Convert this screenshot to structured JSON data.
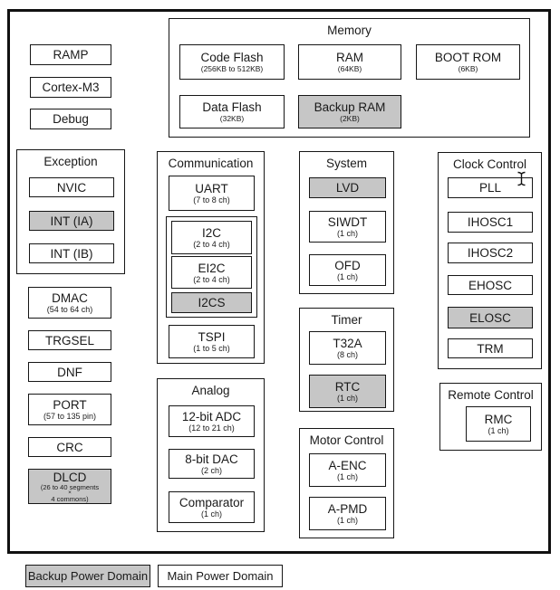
{
  "colors": {
    "backup_fill": "#c6c6c6",
    "border": "#161616",
    "background": "#ffffff"
  },
  "standalone": {
    "ramp": "RAMP",
    "cortex_m3": "Cortex-M3",
    "debug": "Debug"
  },
  "left_column": [
    {
      "label": "DMAC",
      "sub": "(54 to 64 ch)"
    },
    {
      "label": "TRGSEL"
    },
    {
      "label": "DNF"
    },
    {
      "label": "PORT",
      "sub": "(57 to 135 pin)"
    },
    {
      "label": "CRC"
    },
    {
      "label": "DLCD",
      "sub_lines": [
        "(26 to 40 segments",
        "×",
        "4 commons)"
      ]
    }
  ],
  "groups": {
    "memory": {
      "title": "Memory",
      "items": [
        {
          "label": "Code Flash",
          "sub": "(256KB to 512KB)"
        },
        {
          "label": "RAM",
          "sub": "(64KB)"
        },
        {
          "label": "BOOT ROM",
          "sub": "(6KB)"
        },
        {
          "label": "Data Flash",
          "sub": "(32KB)"
        },
        {
          "label": "Backup RAM",
          "sub": "(2KB)"
        }
      ]
    },
    "exception": {
      "title": "Exception",
      "items": [
        {
          "label": "NVIC"
        },
        {
          "label": "INT (IA)"
        },
        {
          "label": "INT (IB)"
        }
      ]
    },
    "communication": {
      "title": "Communication",
      "items": [
        {
          "label": "UART",
          "sub": "(7 to 8 ch)"
        },
        {
          "label": "I2C",
          "sub": "(2 to 4 ch)"
        },
        {
          "label": "EI2C",
          "sub": "(2 to 4 ch)"
        },
        {
          "label": "I2CS"
        },
        {
          "label": "TSPI",
          "sub": "(1 to 5 ch)"
        }
      ]
    },
    "analog": {
      "title": "Analog",
      "items": [
        {
          "label": "12-bit ADC",
          "sub": "(12 to 21 ch)"
        },
        {
          "label": "8-bit DAC",
          "sub": "(2 ch)"
        },
        {
          "label": "Comparator",
          "sub": "(1 ch)"
        }
      ]
    },
    "system": {
      "title": "System",
      "items": [
        {
          "label": "LVD"
        },
        {
          "label": "SIWDT",
          "sub": "(1 ch)"
        },
        {
          "label": "OFD",
          "sub": "(1 ch)"
        }
      ]
    },
    "timer": {
      "title": "Timer",
      "items": [
        {
          "label": "T32A",
          "sub": "(8 ch)"
        },
        {
          "label": "RTC",
          "sub": "(1 ch)"
        }
      ]
    },
    "motor_control": {
      "title": "Motor Control",
      "items": [
        {
          "label": "A-ENC",
          "sub": "(1 ch)"
        },
        {
          "label": "A-PMD",
          "sub": "(1 ch)"
        }
      ]
    },
    "clock_control": {
      "title": "Clock Control",
      "items": [
        {
          "label": "PLL"
        },
        {
          "label": "IHOSC1"
        },
        {
          "label": "IHOSC2"
        },
        {
          "label": "EHOSC"
        },
        {
          "label": "ELOSC"
        },
        {
          "label": "TRM"
        }
      ]
    },
    "remote_control": {
      "title": "Remote Control",
      "items": [
        {
          "label": "RMC",
          "sub": "(1 ch)"
        }
      ]
    }
  },
  "legend": {
    "backup": "Backup Power Domain",
    "main": "Main Power Domain"
  }
}
